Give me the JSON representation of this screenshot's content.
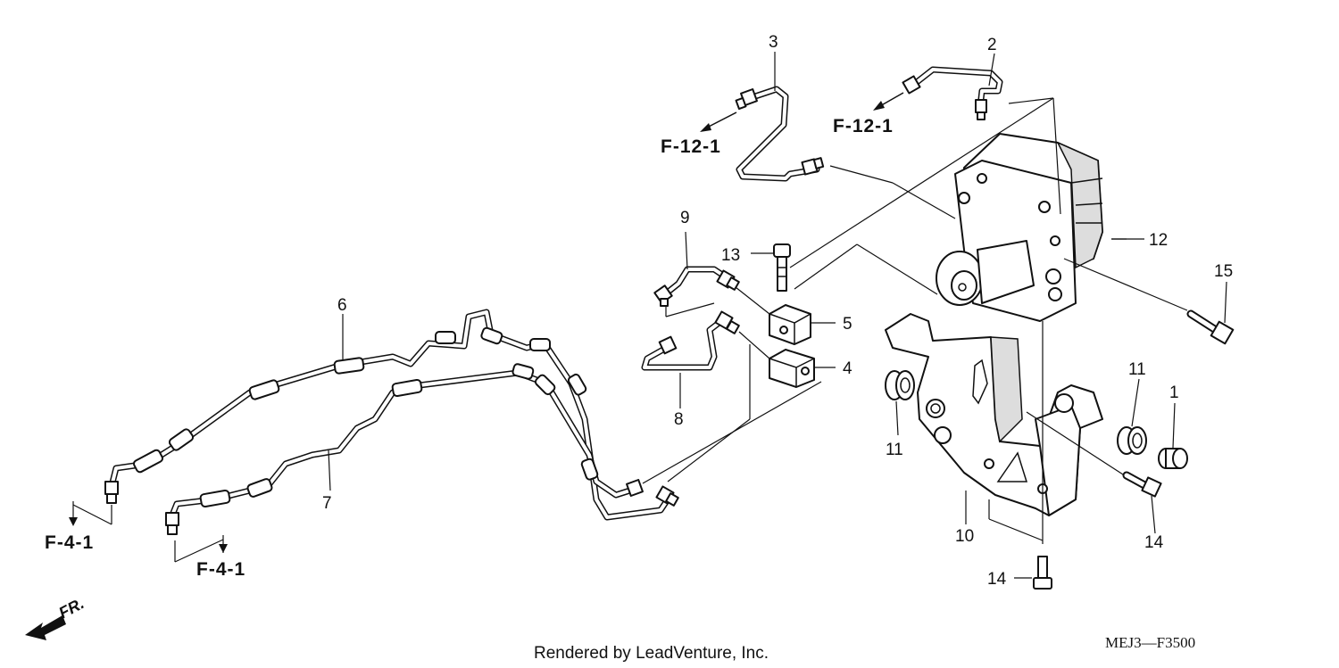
{
  "callouts": {
    "c1": "1",
    "c2": "2",
    "c3": "3",
    "c4": "4",
    "c5": "5",
    "c6": "6",
    "c7": "7",
    "c8": "8",
    "c9": "9",
    "c10": "10",
    "c11a": "11",
    "c11b": "11",
    "c12": "12",
    "c13": "13",
    "c14a": "14",
    "c14b": "14",
    "c15": "15"
  },
  "references": {
    "f12_left": "F-12-1",
    "f12_right": "F-12-1",
    "f4_left": "F-4-1",
    "f4_right": "F-4-1"
  },
  "front_indicator": "FR.",
  "footer": {
    "credit": "Rendered by LeadVenture, Inc.",
    "diagram_code": "MEJ3—F3500"
  },
  "icons": {
    "front_arrow": "arrow-icon"
  }
}
